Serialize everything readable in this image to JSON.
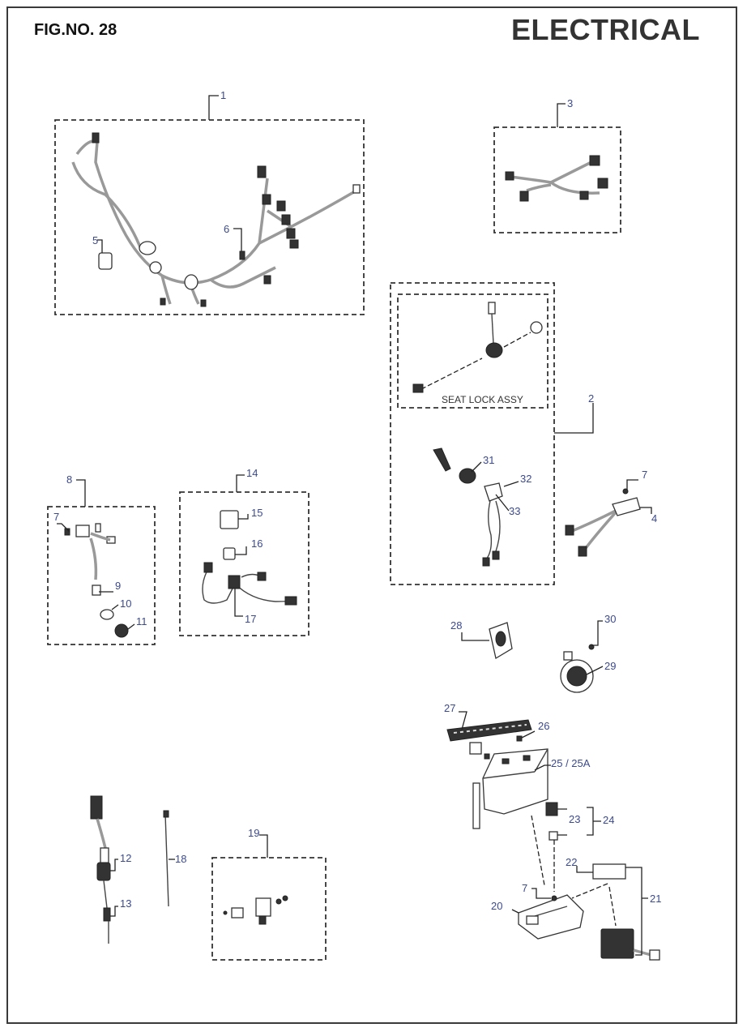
{
  "header": {
    "fig_number": "FIG.NO. 28",
    "title": "ELECTRICAL"
  },
  "seat_lock_label": "SEAT LOCK ASSY",
  "callouts": {
    "c1": "1",
    "c2": "2",
    "c3": "3",
    "c4": "4",
    "c5": "5",
    "c6": "6",
    "c7a": "7",
    "c7b": "7",
    "c7c": "7",
    "c8": "8",
    "c9": "9",
    "c10": "10",
    "c11": "11",
    "c12": "12",
    "c13": "13",
    "c14": "14",
    "c15": "15",
    "c16": "16",
    "c17": "17",
    "c18": "18",
    "c19": "19",
    "c20": "20",
    "c21": "21",
    "c22": "22",
    "c23": "23",
    "c24": "24",
    "c25": "25 / 25A",
    "c26": "26",
    "c27": "27",
    "c28": "28",
    "c29": "29",
    "c30": "30",
    "c31": "31",
    "c32": "32",
    "c33": "33"
  }
}
